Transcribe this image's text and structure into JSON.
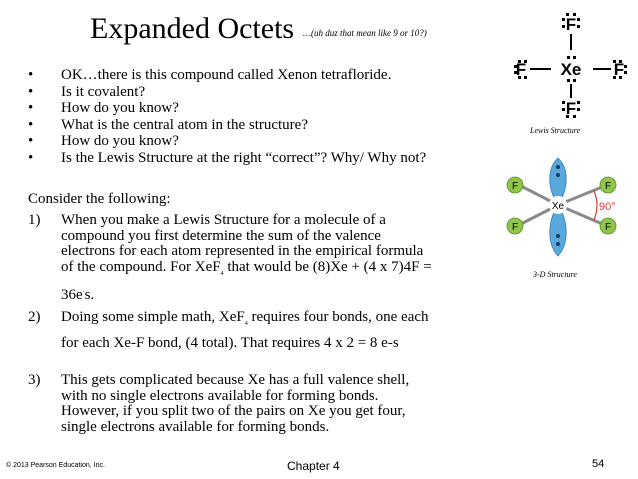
{
  "title": "Expanded Octets",
  "subtitle": "…(uh duz that mean like 9 or 10?)",
  "bullets": [
    "OK…there is this compound called Xenon tetrafloride.",
    "Is it covalent?",
    "How do you know?",
    "What is the central atom in the structure?",
    "How do you know?",
    "Is the Lewis Structure at the right “correct”? Why/ Why not?"
  ],
  "consider": "Consider the following:",
  "items": {
    "i1": {
      "num": "1)",
      "l1": "When you make a Lewis Structure for a molecule of a",
      "l2": "compound you first determine the sum of the valence",
      "l3": "electrons for each atom represented in the empirical formula",
      "l4a": "of the compound. For XeF",
      "l4sub": "4",
      "l4b": " that would be (8)Xe + (4 x 7)4F =",
      "l5a": "36e",
      "l5sup": "-",
      "l5b": "s."
    },
    "i2": {
      "num": "2)",
      "l1a": "Doing some simple math, XeF",
      "l1sub": "4",
      "l1b": " requires four bonds, one each",
      "l2": "for each Xe-F bond, (4 total). That requires 4 x 2 = 8 e-s"
    },
    "i3": {
      "num": "3)",
      "l1": "This gets complicated because Xe has a full valence shell,",
      "l2": "with no single electrons available for forming bonds.",
      "l3": "However, if you split two of the pairs on Xe you get four,",
      "l4": "single electrons available for forming bonds."
    }
  },
  "lewis": {
    "center": "Xe",
    "ligand": "F",
    "caption": "Lewis Structure"
  },
  "structure3d": {
    "center": "Xe",
    "ligand": "F",
    "angle": "90°",
    "caption": "3-D Structure",
    "colors": {
      "ligand": "#8fc64a",
      "lobe": "#58a8dc",
      "bond": "#8a8a8a",
      "angle": "#d43c3c"
    }
  },
  "footer": {
    "copyright": "© 2013 Pearson Education, Inc.",
    "chapter": "Chapter 4",
    "page": "54"
  }
}
